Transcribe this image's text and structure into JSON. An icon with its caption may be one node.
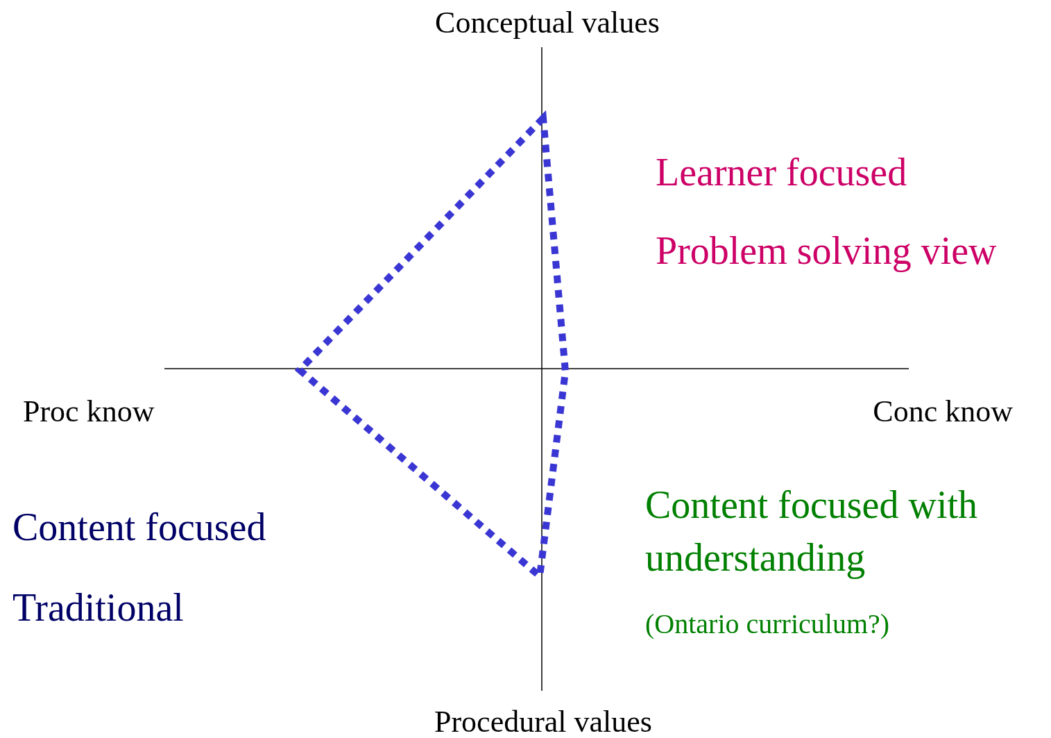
{
  "diagram": {
    "labels": [
      "Conceptual values",
      "Learner focused",
      "Problem solving view",
      "Proc know",
      "Conc know",
      "Content focused with understanding",
      "(Ontario curriculum?)",
      "Content focused",
      "Traditional",
      "Procedural values"
    ]
  }
}
